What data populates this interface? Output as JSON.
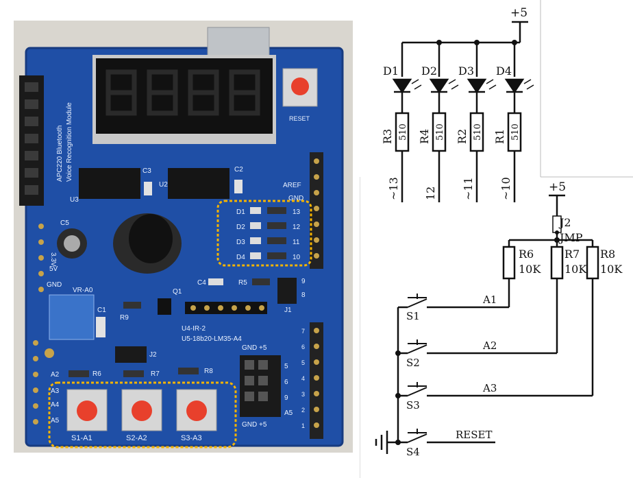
{
  "photo": {
    "board_text": {
      "module_line1": "APC220 Bluetooth",
      "module_line2": "Voice Recognition Module",
      "reset": "RESET",
      "aref": "AREF",
      "gnd_right": "GND",
      "c2": "C2",
      "c3": "C3",
      "c4": "C4",
      "c5": "C5",
      "c1": "C1",
      "u2": "U2",
      "u3": "U3",
      "d1": "D1",
      "d2": "D2",
      "d3": "D3",
      "d4": "D4",
      "p13": "13",
      "p12": "12",
      "p11": "11",
      "p10": "10",
      "r5": "R5",
      "r6": "R6",
      "r7": "R7",
      "r8": "R8",
      "r9": "R9",
      "q1": "Q1",
      "j1": "J1",
      "j2": "J2",
      "v33": "3.3V",
      "v5": "5V",
      "gnd_left": "GND",
      "vr": "VR-A0",
      "u4": "U4-IR-2",
      "u5": "U5-18b20-LM35-A4",
      "gnd_plus5": "GND +5",
      "gnd_plus5_b": "GND +5",
      "a2": "A2",
      "a3": "A3",
      "a4": "A4",
      "a5": "A5",
      "a5r": "A5",
      "s1": "S1-A1",
      "s2": "S2-A2",
      "s3": "S3-A3",
      "h5": "5",
      "h6": "6",
      "h9": "9",
      "hdr_r7": "7",
      "hdr_r6": "6",
      "hdr_r5": "5",
      "hdr_r4": "4",
      "hdr_r3": "3",
      "hdr_r2": "2",
      "hdr_r1": "1",
      "d9": "9",
      "d8": "8"
    },
    "colors": {
      "pcb": "#1f4fa6",
      "highlight": "#f5b400",
      "button_red": "#e8402c"
    }
  },
  "schematic": {
    "top": {
      "supply": "+5",
      "leds": [
        "D1",
        "D2",
        "D3",
        "D4"
      ],
      "resistors": [
        "R3",
        "R4",
        "R2",
        "R1"
      ],
      "resistor_value": "510",
      "pins": [
        "~13",
        "12",
        "~11",
        "~10"
      ]
    },
    "bottom": {
      "supply": "+5",
      "jumper": "J2",
      "jumper_label": "JMP",
      "resistors": [
        "R6",
        "R7",
        "R8"
      ],
      "resistor_values": [
        "10K",
        "10K",
        "10K"
      ],
      "switches": [
        "S1",
        "S2",
        "S3",
        "S4"
      ],
      "nets": [
        "A1",
        "A2",
        "A3",
        "RESET"
      ]
    }
  }
}
